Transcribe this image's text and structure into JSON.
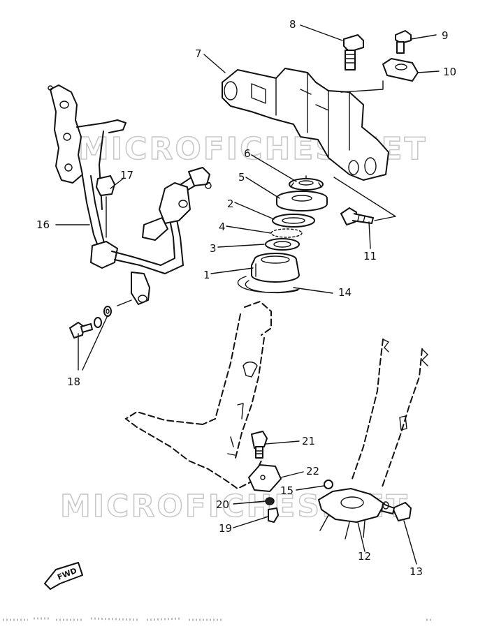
{
  "diagram": {
    "callouts": [
      {
        "id": "1",
        "text": "1"
      },
      {
        "id": "2",
        "text": "2"
      },
      {
        "id": "3",
        "text": "3"
      },
      {
        "id": "4",
        "text": "4"
      },
      {
        "id": "5",
        "text": "5"
      },
      {
        "id": "6",
        "text": "6"
      },
      {
        "id": "7",
        "text": "7"
      },
      {
        "id": "8",
        "text": "8"
      },
      {
        "id": "9",
        "text": "9"
      },
      {
        "id": "10",
        "text": "10"
      },
      {
        "id": "11",
        "text": "11"
      },
      {
        "id": "12",
        "text": "12"
      },
      {
        "id": "13",
        "text": "13"
      },
      {
        "id": "14",
        "text": "14"
      },
      {
        "id": "15",
        "text": "15"
      },
      {
        "id": "16",
        "text": "16"
      },
      {
        "id": "17",
        "text": "17"
      },
      {
        "id": "18",
        "text": "18"
      },
      {
        "id": "19",
        "text": "19"
      },
      {
        "id": "20",
        "text": "20"
      },
      {
        "id": "21",
        "text": "21"
      },
      {
        "id": "22",
        "text": "22"
      }
    ],
    "fwd_label": "FWD",
    "watermark": "MICROFICHES.NET"
  }
}
